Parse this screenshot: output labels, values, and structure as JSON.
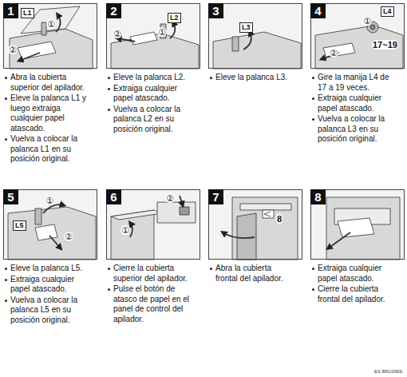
{
  "diagram": {
    "nodes": [
      {
        "text": [
          "1",
          "Abra la cubierta superior del apilador.",
          "Eleve la palanca L1 y luego extraiga cualquier papel atascado.",
          "Vuelva a colocar la palanca L1 en su posición original."
        ]
      },
      {
        "text": [
          "2",
          "Eleve la palanca L2.",
          "Extraiga cualquier papel atascado.",
          "Vuelva a colocar la palanca L2 en su posición original."
        ]
      },
      {
        "text": [
          "3",
          "Eleve la palanca L3."
        ]
      },
      {
        "text": [
          "4",
          "Gire la manija L4 de 17 a 19 veces.",
          "Extraiga cualquier papel atascado.",
          "Vuelva a colocar la palanca L3 en su posición original."
        ]
      },
      {
        "text": [
          "5",
          "Eleve la palanca L5.",
          "Extraiga cualquier papel atascado.",
          "Vuelva a colocar la palanca L5 en su posición original."
        ]
      },
      {
        "text": [
          "6",
          "Cierre la cubierta superior del apilador.",
          "Pulse el botón de atasco de papel en el panel de control del apilador."
        ]
      },
      {
        "text": [
          "7",
          "Abra la cubierta frontal del apilador."
        ]
      },
      {
        "text": [
          "8",
          "Extraiga cualquier papel atascado.",
          "Cierre la cubierta frontal del apilador."
        ]
      }
    ],
    "labels": [
      "L1",
      "①",
      "②",
      "②",
      "L2",
      "①",
      "L3",
      "①",
      "L4",
      "②",
      "17~19",
      "①",
      "L5",
      "②",
      "②",
      "①",
      "8",
      "ES B5C006S"
    ]
  }
}
